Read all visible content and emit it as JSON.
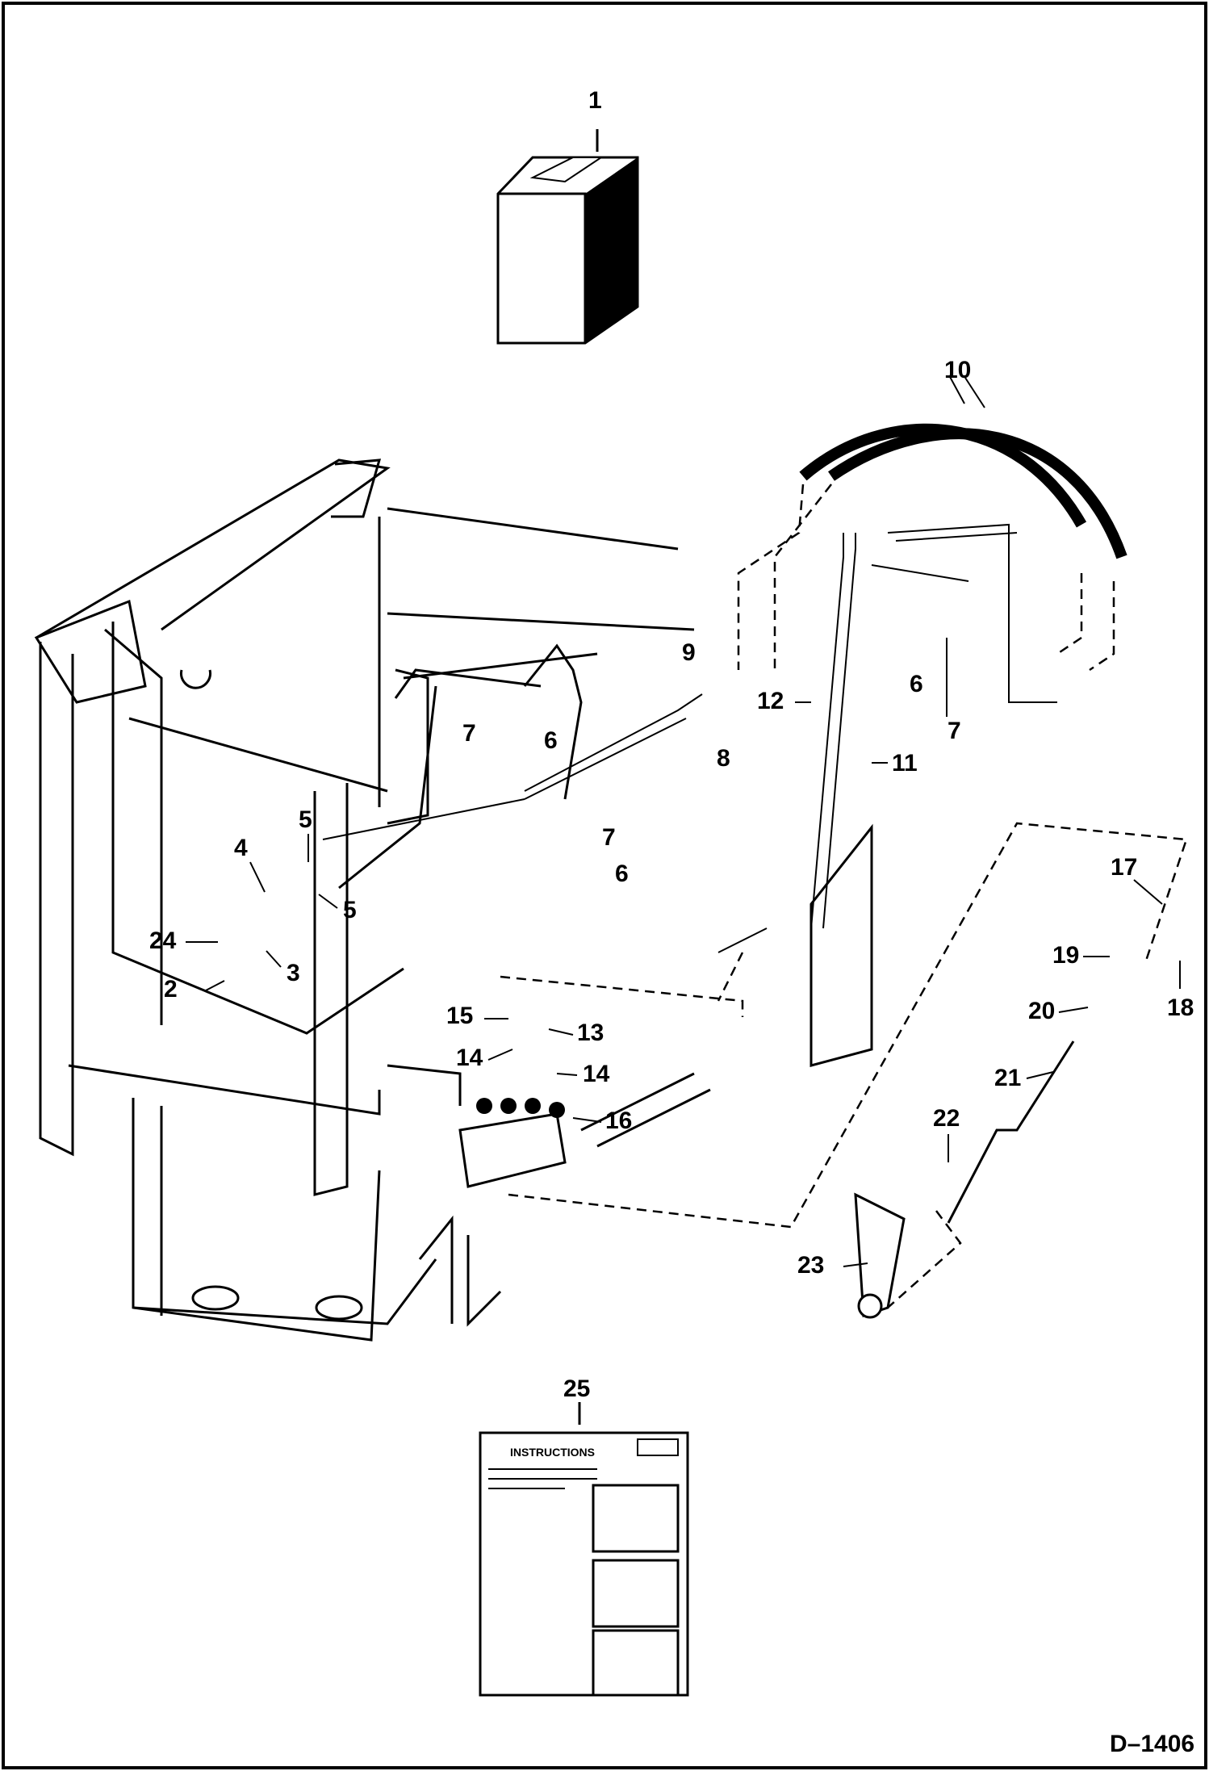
{
  "drawing_id": "D–1406",
  "instruction_sheet": {
    "title": "INSTRUCTIONS"
  },
  "callouts": [
    "1",
    "2",
    "3",
    "4",
    "5",
    "5",
    "6",
    "6",
    "6",
    "7",
    "7",
    "7",
    "8",
    "9",
    "10",
    "11",
    "12",
    "13",
    "14",
    "14",
    "15",
    "16",
    "17",
    "18",
    "19",
    "20",
    "21",
    "22",
    "23",
    "24",
    "25"
  ]
}
